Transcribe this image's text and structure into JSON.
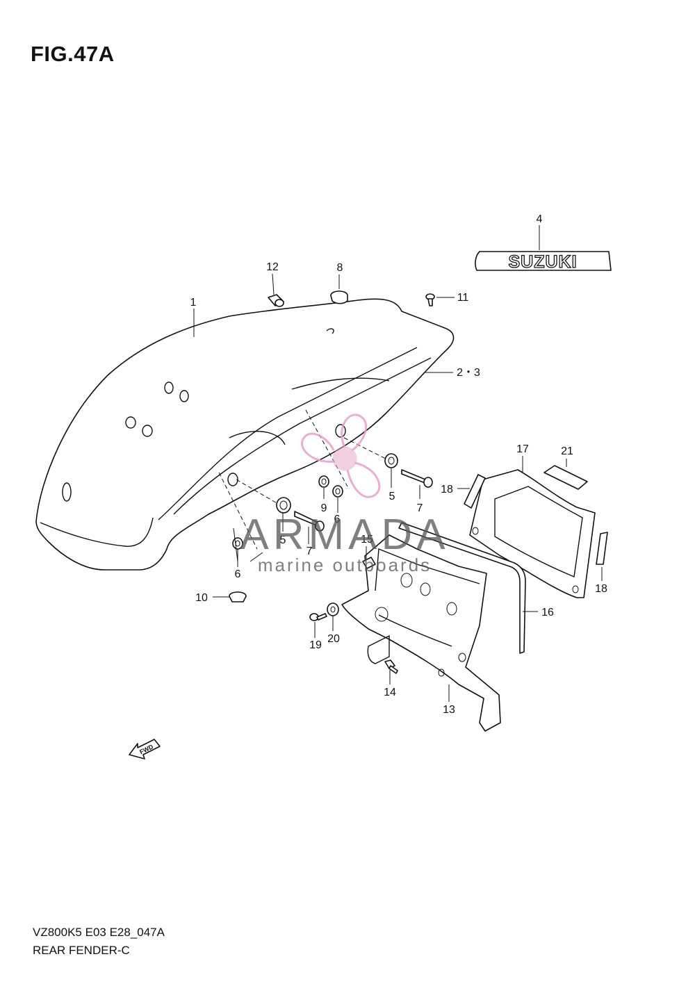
{
  "figure": {
    "title": "FIG.47A"
  },
  "footer": {
    "model_code": "VZ800K5 E03 E28_047A",
    "section_name": "REAR FENDER-C"
  },
  "emblem": {
    "text": "SUZUKI"
  },
  "fwd_arrow": {
    "text": "FWD"
  },
  "watermark": {
    "brand": "ARMADA",
    "tagline": "marine outboards",
    "color": "#e8a0c8"
  },
  "callouts": {
    "c1": "1",
    "c23": "2・3",
    "c4": "4",
    "c5a": "5",
    "c5b": "5",
    "c6a": "6",
    "c6b": "6",
    "c7a": "7",
    "c7b": "7",
    "c8": "8",
    "c9": "9",
    "c10": "10",
    "c11": "11",
    "c12": "12",
    "c13": "13",
    "c14": "14",
    "c15": "15",
    "c16": "16",
    "c17": "17",
    "c18a": "18",
    "c18b": "18",
    "c19": "19",
    "c20": "20",
    "c21": "21"
  }
}
